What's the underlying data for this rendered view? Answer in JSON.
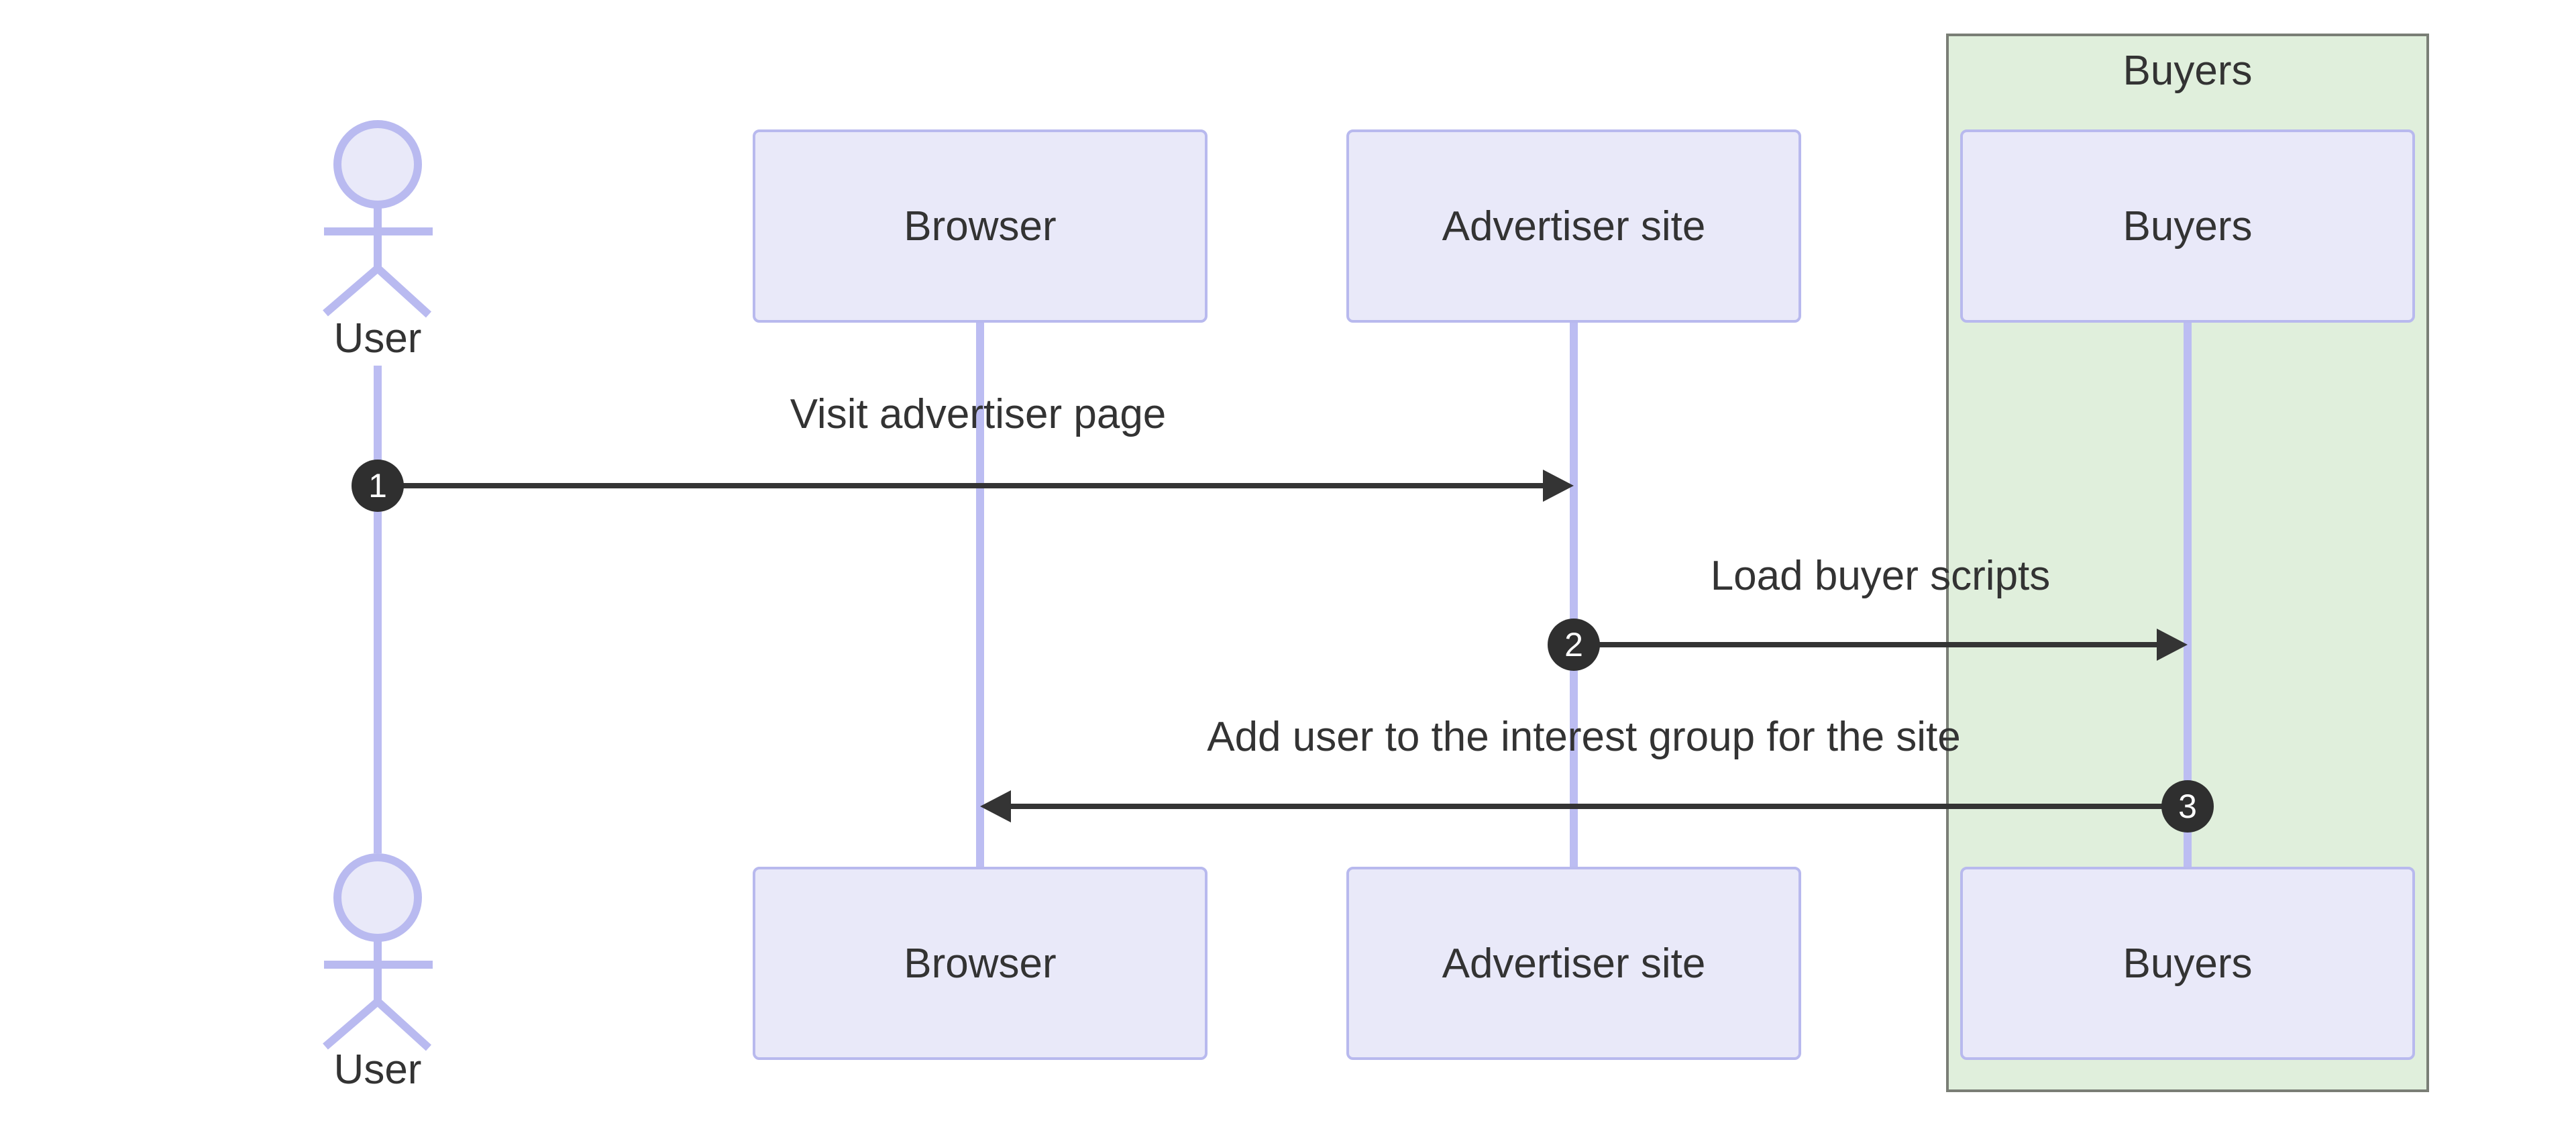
{
  "diagram_type": "sequence-diagram",
  "group": {
    "label": "Buyers",
    "fill": "#E0EFDC",
    "border": "#7A7E76"
  },
  "actors": {
    "user": {
      "label": "User",
      "type": "actor"
    },
    "browser": {
      "label": "Browser",
      "type": "participant"
    },
    "advertiser": {
      "label": "Advertiser site",
      "type": "participant"
    },
    "buyers": {
      "label": "Buyers",
      "type": "participant",
      "group": "Buyers"
    }
  },
  "messages": [
    {
      "number": "1",
      "from": "User",
      "to": "Advertiser site",
      "label": "Visit advertiser page"
    },
    {
      "number": "2",
      "from": "Advertiser site",
      "to": "Buyers",
      "label": "Load buyer scripts"
    },
    {
      "number": "3",
      "from": "Buyers",
      "to": "Browser",
      "label": "Add user to the interest group for the site"
    }
  ],
  "colors": {
    "participant_fill": "#E9E9F9",
    "participant_border": "#B8B9EE",
    "lifeline": "#BCBDF2",
    "actor_stroke": "#B9BAF0",
    "group_fill": "#E0EFDC",
    "group_border": "#7A7E76",
    "arrow": "#343434",
    "badge_fill": "#2F2F2F",
    "badge_text": "#FFFFFF",
    "text": "#333333"
  }
}
